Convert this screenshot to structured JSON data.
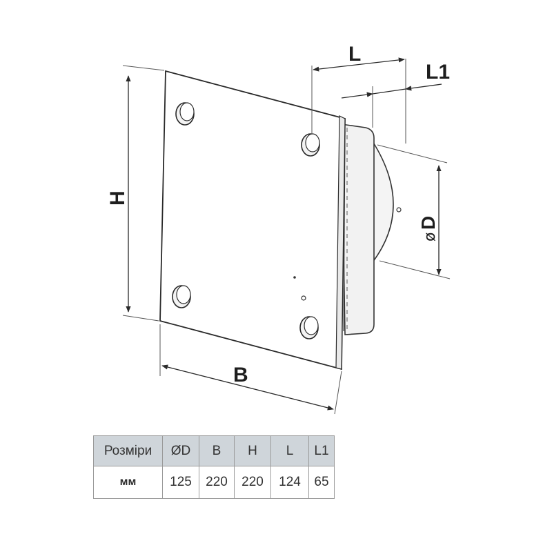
{
  "diagram": {
    "dimension_labels": {
      "L": "L",
      "L1": "L1",
      "H": "H",
      "B": "B",
      "D_symbol": "ø",
      "D": "D"
    }
  },
  "table": {
    "headers": [
      "Розміри",
      "ØD",
      "B",
      "H",
      "L",
      "L1"
    ],
    "rows": [
      [
        "мм",
        "125",
        "220",
        "220",
        "124",
        "65"
      ]
    ]
  }
}
